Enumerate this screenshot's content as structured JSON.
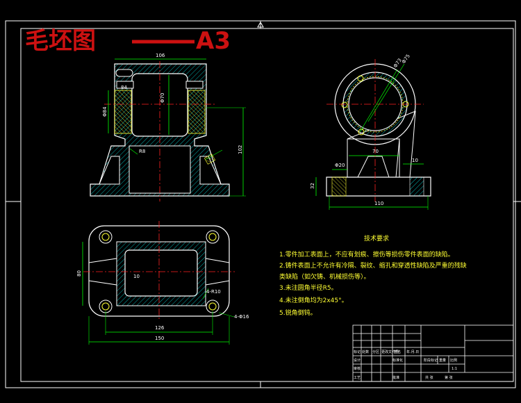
{
  "drawing": {
    "title_cn": "毛坯图",
    "title_size": "A3",
    "colors": {
      "background": "#000000",
      "outline": "#ffffff",
      "dimension": "#00ff00",
      "centerline": "#ff2222",
      "hatch": "#00dddd",
      "note": "#ffff33",
      "title": "#cc1111"
    }
  },
  "front_view": {
    "dim_width": "106",
    "dim_bore": "Φ70",
    "dim_height": "102",
    "dim_flange": "84",
    "dim_side": "Φ84",
    "dim_r": "R8"
  },
  "side_view": {
    "dim_outer": "Φ73",
    "dim_inner": "Φ75",
    "dim_center": "70",
    "dim_rib": "10",
    "dim_boss": "Φ20",
    "dim_base_h": "32",
    "dim_length": "110"
  },
  "top_view": {
    "dim_inner_w": "10",
    "dim_holes": "4-R10",
    "dim_corner_holes": "4-Φ16",
    "dim_hole_span": "126",
    "dim_total": "150",
    "dim_height": "80"
  },
  "notes": {
    "heading": "技术要求",
    "items": [
      "1.零件加工表面上，不应有划痕、擦伤等损伤零件表面的缺陷。",
      "2.铸件表面上不允许有冷隔、裂纹、缩孔和穿透性缺陷及严重的残缺",
      "类缺陷（如欠铸、机械损伤等）。",
      "3.未注圆角半径R5。",
      "4.未注倒角均为2x45°。",
      "5.锐角倒钝。"
    ]
  },
  "title_block": {
    "row_label_1": "标记",
    "row_label_2": "处数",
    "row_label_3": "分区",
    "row_label_4": "更改文件号",
    "row_label_5": "签名",
    "row_label_6": "年.月.日",
    "design": "设计",
    "standard": "标准化",
    "review": "审核",
    "craft": "工艺",
    "approve": "批准",
    "stage": "阶段标记",
    "weight": "重量",
    "scale": "比例",
    "scale_value": "1:1",
    "sheets": "共  张",
    "sheet_no": "第  张"
  }
}
